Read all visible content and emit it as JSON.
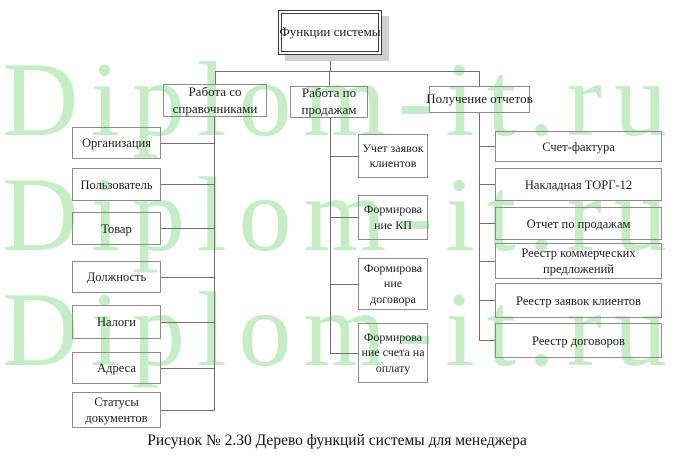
{
  "watermark": {
    "text": "Diplom-it.ru",
    "color": "#c3edc3",
    "rows": 3
  },
  "diagram": {
    "root": "Функции системы",
    "branches": [
      {
        "label": "Работа со справочниками",
        "items": [
          "Организация",
          "Пользователь",
          "Товар",
          "Должность",
          "Налоги",
          "Адреса",
          "Статусы документов"
        ]
      },
      {
        "label": "Работа по продажам",
        "items": [
          "Учет заявок клиентов",
          "Формирование КП",
          "Формирование договора",
          "Формирование счета на оплату"
        ]
      },
      {
        "label": "Получение отчетов",
        "items": [
          "Счет-фактура",
          "Накладная ТОРГ-12",
          "Отчет по продажам",
          "Реестр коммерческих предложений",
          "Реестр заявок клиентов",
          "Реестр договоров"
        ]
      }
    ]
  },
  "caption": "Рисунок № 2.30 Дерево функций системы для менеджера",
  "colors": {
    "box_border": "#8c8c8c",
    "root_border": "#3c3c3c",
    "root_shadow": "#cfcfcf",
    "connector": "#707070",
    "text": "#1d1d1d"
  }
}
